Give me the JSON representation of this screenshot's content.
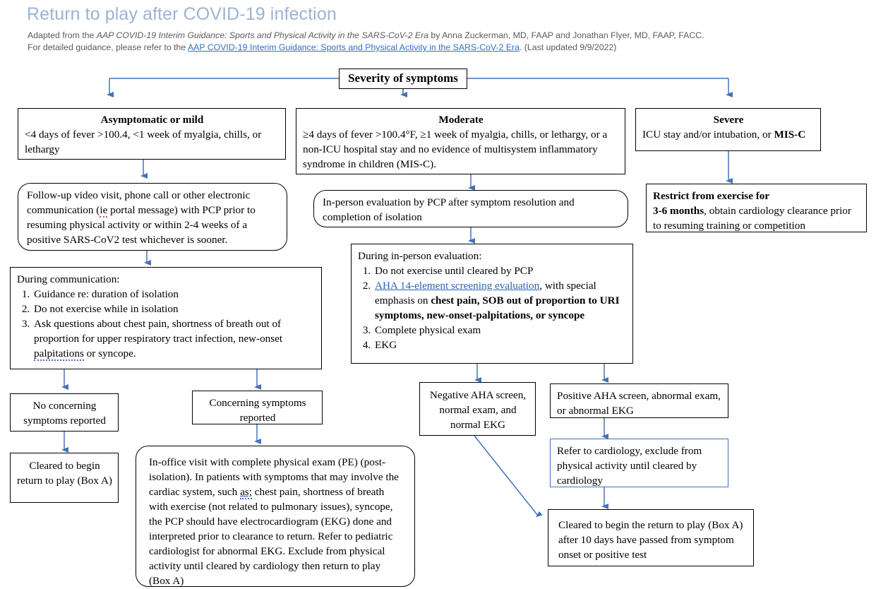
{
  "header": {
    "title": "Return to play after COVID-19 infection",
    "line1_pre": "Adapted from the ",
    "line1_italic": "AAP COVID-19 Interim Guidance: Sports and Physical Activity in the SARS-CoV-2 Era",
    "line1_post": " by Anna Zuckerman, MD, FAAP and Jonathan Flyer, MD, FAAP, FACC.",
    "line2_pre": "For detailed guidance, please refer to the ",
    "line2_link": "AAP COVID-19 Interim Guidance: Sports and Physical Activity in the SARS-CoV-2 Era",
    "line2_post": ".  (Last updated 9/9/2022)"
  },
  "colors": {
    "title": "#9db3d4",
    "connector": "#4472b8",
    "link": "#2b62b0",
    "box_border": "#000000",
    "blue_box_border": "#4472b8"
  },
  "root": {
    "label": "Severity of symptoms"
  },
  "branches": {
    "mild": {
      "heading": "Asymptomatic or mild",
      "body": "<4 days of fever >100.4, <1 week of myalgia, chills, or lethargy"
    },
    "moderate": {
      "heading": "Moderate",
      "body": "≥4 days of fever >100.4°F, ≥1 week of myalgia, chills, or lethargy, or a non-ICU hospital stay and no evidence of multisystem inflammatory syndrome in children (MIS-C)."
    },
    "severe": {
      "heading": "Severe",
      "body_pre": "ICU stay and/or intubation, or ",
      "body_bold": "MIS-C"
    }
  },
  "mild_path": {
    "followup": "Follow-up video visit, phone call or other electronic communication (ie portal message) with PCP prior to resuming physical activity or within 2-4 weeks of a positive SARS-CoV2 test whichever is sooner.",
    "followup_parts": {
      "p1": " Follow-up video visit, phone call or other electronic communication (",
      "misspelled": "ie",
      "p2": " portal message) with PCP prior to resuming physical activity or within 2-4 weeks of a positive SARS-CoV2 test whichever is sooner."
    },
    "during_comm": {
      "title": "During communication:",
      "items": [
        "Guidance re: duration of isolation",
        "Do not exercise while in isolation",
        "Ask questions about chest pain, shortness of breath out of proportion for upper respiratory tract infection, new-onset palpitations or syncope."
      ],
      "item3_pre": "Ask questions about chest pain, shortness of breath out of proportion for upper respiratory tract infection, new-onset ",
      "item3_grammar": "palpitations",
      "item3_post": " or syncope."
    },
    "no_concerning": "No concerning symptoms reported",
    "concerning": "Concerning symptoms reported",
    "cleared_box_a": "Cleared to begin return to play (Box A)",
    "in_office": {
      "p1": "In-office visit with complete physical exam (PE) (post-isolation). In patients with symptoms that may involve the cardiac system, such ",
      "grammar": "as;",
      "p2": " chest pain, shortness of breath with exercise (not related to pulmonary issues), syncope, the PCP should have electrocardiogram (EKG) done and interpreted prior to clearance to return. Refer to pediatric cardiologist for abnormal EKG. Exclude from physical activity until cleared by cardiology then return to play (Box A)"
    }
  },
  "moderate_path": {
    "in_person_eval": "In-person evaluation by PCP after symptom resolution and completion of isolation",
    "during_eval": {
      "title": "During in-person evaluation:",
      "item1": "Do not exercise until cleared by PCP",
      "item2_link": "AHA 14-element screening evaluation",
      "item2_mid": ", with special emphasis on ",
      "item2_bold": "chest pain, SOB out of proportion to URI symptoms, new-onset-palpitations, or syncope",
      "item3": "Complete physical exam",
      "item4": "EKG"
    },
    "negative": "Negative AHA screen, normal exam, and normal EKG",
    "positive": "Positive AHA screen, abnormal exam, or abnormal EKG",
    "refer_cardiology": "Refer to cardiology, exclude from physical activity until cleared by cardiology",
    "cleared_10_days": "Cleared to begin the return to play (Box A) after 10 days have passed from symptom onset or positive test"
  },
  "severe_path": {
    "restrict_bold1": "Restrict from exercise for",
    "restrict_bold2": "3-6 months",
    "restrict_rest": ", obtain cardiology clearance prior to resuming training or competition"
  }
}
